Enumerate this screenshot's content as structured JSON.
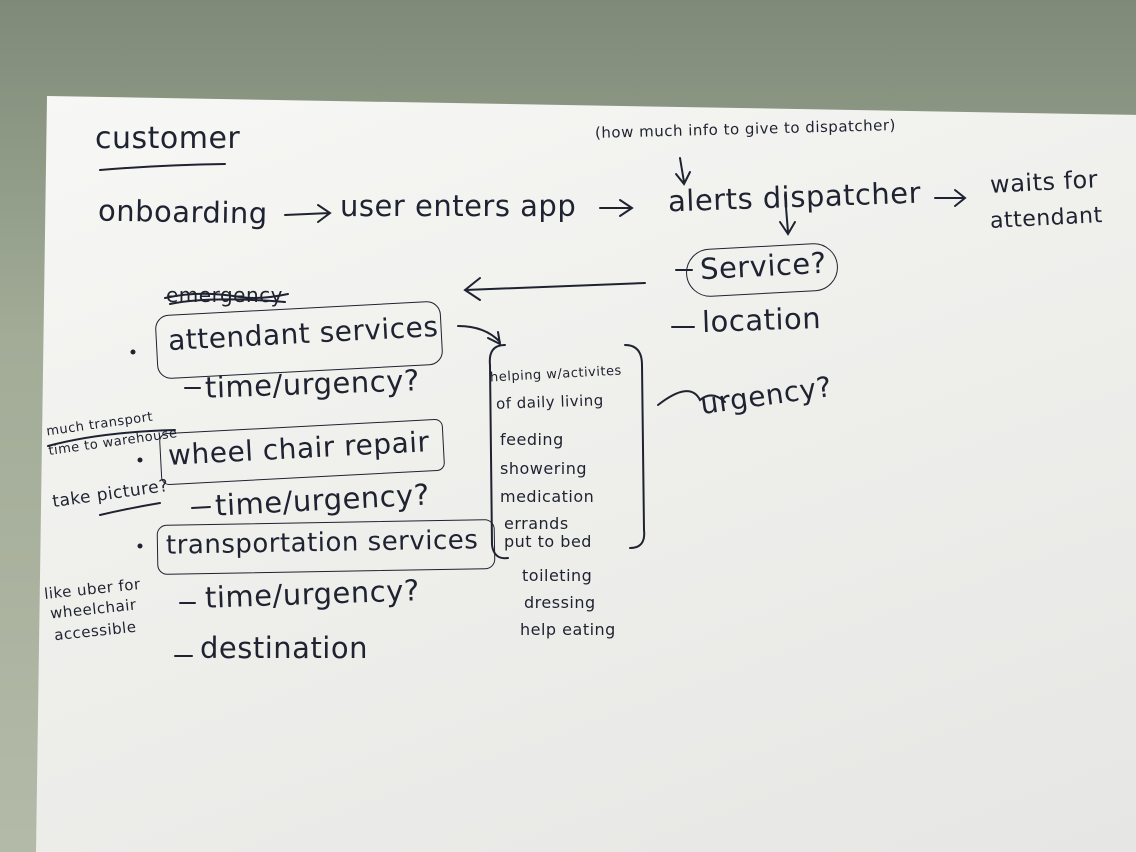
{
  "title": "customer",
  "question_note": "(how much info to give to dispatcher)",
  "flow": {
    "step1": "onboarding",
    "step2": "user enters app",
    "step3": "alerts dispatcher",
    "step4_line1": "waits for",
    "step4_line2": "attendant"
  },
  "dispatcher_items": {
    "service": "Service?",
    "location": "location",
    "urgency": "urgency?"
  },
  "crossed_word": "emergency",
  "services": {
    "attendant": {
      "label": "attendant services",
      "detail": "time/urgency?"
    },
    "wheelchair": {
      "label": "wheel chair repair",
      "detail": "time/urgency?",
      "note_line1": "much transport",
      "note_line2": "time to warehouse",
      "note_picture": "take picture?"
    },
    "transport": {
      "label": "transportation services",
      "detail": "time/urgency?",
      "detail2": "destination",
      "note_line1": "like uber for",
      "note_line2": "wheelchair",
      "note_line3": "accessible"
    }
  },
  "adl": {
    "heading_line1": "helping w/activites",
    "heading_line2": "of daily living",
    "items": [
      "feeding",
      "showering",
      "medication",
      "errands",
      "put to bed"
    ],
    "extras": [
      "toileting",
      "dressing",
      "help eating"
    ]
  }
}
